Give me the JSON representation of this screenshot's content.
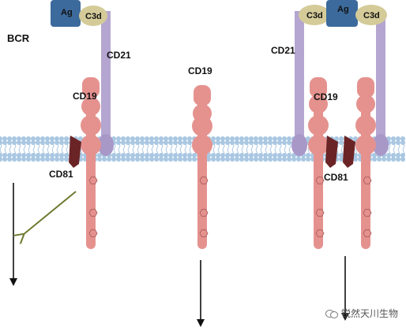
{
  "labels": {
    "bcr": "BCR",
    "cd21_left": "CD21",
    "cd21_right": "CD21",
    "cd19_left": "CD19",
    "cd19_center": "CD19",
    "cd19_right": "CD19",
    "cd81_left": "CD81",
    "cd81_right": "CD81",
    "ag_left": "Ag",
    "c3d_left": "C3d",
    "ag_right": "Ag",
    "c3d_right_a": "C3d",
    "c3d_right_b": "C3d"
  },
  "watermark": {
    "text": "锐然天川生物",
    "logo": "wechat-icon"
  },
  "colors": {
    "cd19": "#E5928F",
    "cd19_dark": "#D37A77",
    "cd21": "#B4A6D0",
    "cd21_knob": "#A898C8",
    "cd81": "#6B2426",
    "antigen": "#3C6A9C",
    "c3d": "#D4CB99",
    "membrane": "#A9C7E2",
    "arrow": "#111111",
    "arrow_olive": "#6F7A30"
  }
}
